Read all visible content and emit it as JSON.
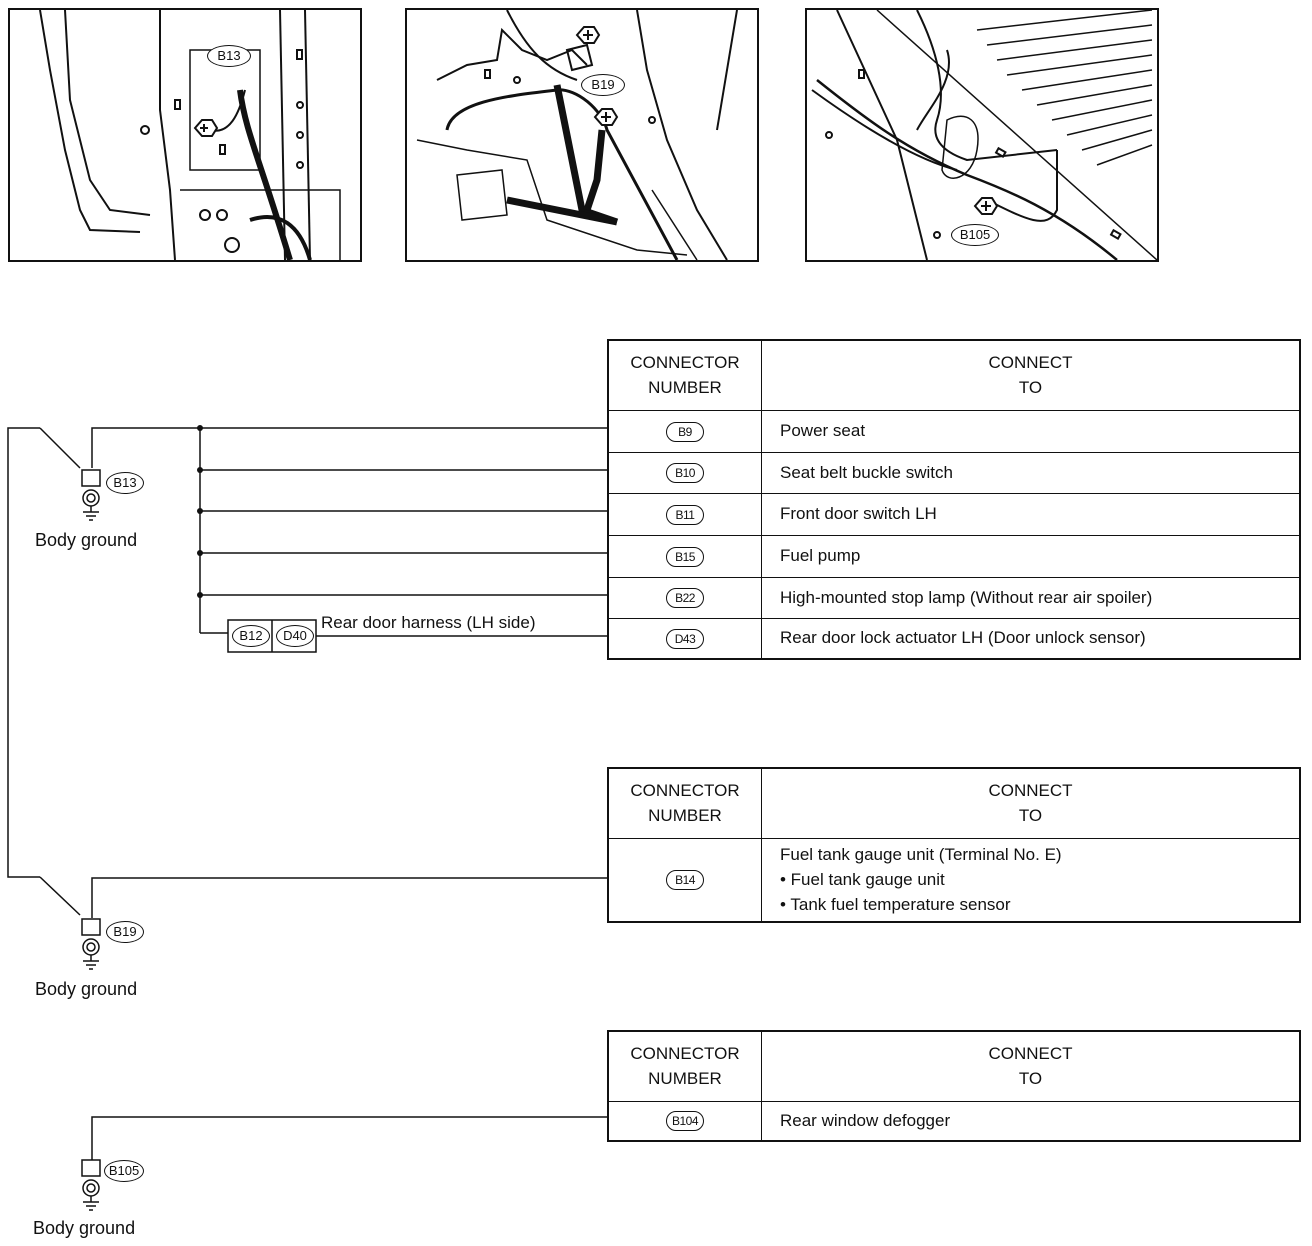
{
  "photos": [
    {
      "label": "B13"
    },
    {
      "label": "B19"
    },
    {
      "label": "B105"
    }
  ],
  "grounds": [
    {
      "id": "B13",
      "label": "Body ground"
    },
    {
      "id": "B19",
      "label": "Body ground"
    },
    {
      "id": "B105",
      "label": "Body ground"
    }
  ],
  "harness": {
    "connector_a": "B12",
    "connector_b": "D40",
    "label": "Rear door harness (LH side)"
  },
  "tables": [
    {
      "header": {
        "col1_line1": "CONNECTOR",
        "col1_line2": "NUMBER",
        "col2_line1": "CONNECT",
        "col2_line2": "TO"
      },
      "rows": [
        {
          "connector": "B9",
          "connect_to": "Power seat"
        },
        {
          "connector": "B10",
          "connect_to": "Seat belt buckle switch"
        },
        {
          "connector": "B11",
          "connect_to": "Front door switch LH"
        },
        {
          "connector": "B15",
          "connect_to": "Fuel pump"
        },
        {
          "connector": "B22",
          "connect_to": "High-mounted stop lamp (Without rear air spoiler)"
        },
        {
          "connector": "D43",
          "connect_to": "Rear door lock actuator LH (Door unlock sensor)"
        }
      ]
    },
    {
      "header": {
        "col1_line1": "CONNECTOR",
        "col1_line2": "NUMBER",
        "col2_line1": "CONNECT",
        "col2_line2": "TO"
      },
      "rows": [
        {
          "connector": "B14",
          "connect_to": "Fuel tank gauge unit (Terminal No. E)",
          "sub_items": [
            "• Fuel tank gauge unit",
            "• Tank fuel temperature sensor"
          ]
        }
      ]
    },
    {
      "header": {
        "col1_line1": "CONNECTOR",
        "col1_line2": "NUMBER",
        "col2_line1": "CONNECT",
        "col2_line2": "TO"
      },
      "rows": [
        {
          "connector": "B104",
          "connect_to": "Rear window defogger"
        }
      ]
    }
  ]
}
